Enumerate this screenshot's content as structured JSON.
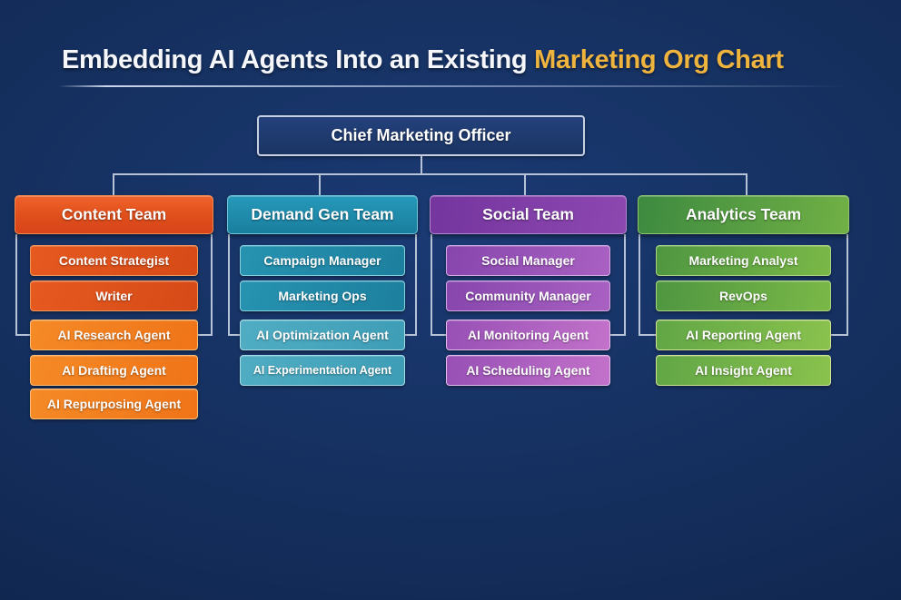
{
  "title": {
    "prefix": "Embedding AI Agents Into an Existing ",
    "highlight": "Marketing Org Chart",
    "text_color": "#f5f7fb",
    "highlight_color": "#efb43e"
  },
  "root": {
    "label": "Chief Marketing Officer"
  },
  "colors": {
    "background": "#15305f",
    "connector_line": "#b6c2d6",
    "cmo_fill": "#1e3a70",
    "cmo_border": "#c7d0e0",
    "content_accent": "#e4531f",
    "demand_accent": "#2191b2",
    "social_accent": "#7c3da6",
    "analytics_accent": "#59a13f"
  },
  "teams": [
    {
      "label": "Content Team",
      "accent": "#e4531f",
      "members": [
        {
          "label": "Content Strategist",
          "type": "human"
        },
        {
          "label": "Writer",
          "type": "human"
        },
        {
          "label": "AI Research Agent",
          "type": "ai"
        },
        {
          "label": "AI Drafting Agent",
          "type": "ai"
        },
        {
          "label": "AI Repurposing Agent",
          "type": "ai"
        }
      ]
    },
    {
      "label": "Demand Gen Team",
      "accent": "#2191b2",
      "members": [
        {
          "label": "Campaign Manager",
          "type": "human"
        },
        {
          "label": "Marketing Ops",
          "type": "human"
        },
        {
          "label": "AI Optimization Agent",
          "type": "ai"
        },
        {
          "label": "AI Experimentation Agent",
          "type": "ai"
        }
      ]
    },
    {
      "label": "Social Team",
      "accent": "#7c3da6",
      "members": [
        {
          "label": "Social Manager",
          "type": "human"
        },
        {
          "label": "Community Manager",
          "type": "human"
        },
        {
          "label": "AI Monitoring Agent",
          "type": "ai"
        },
        {
          "label": "AI Scheduling Agent",
          "type": "ai"
        }
      ]
    },
    {
      "label": "Analytics Team",
      "accent": "#59a13f",
      "members": [
        {
          "label": "Marketing Analyst",
          "type": "human"
        },
        {
          "label": "RevOps",
          "type": "human"
        },
        {
          "label": "AI Reporting Agent",
          "type": "ai"
        },
        {
          "label": "AI Insight Agent",
          "type": "ai"
        }
      ]
    }
  ]
}
